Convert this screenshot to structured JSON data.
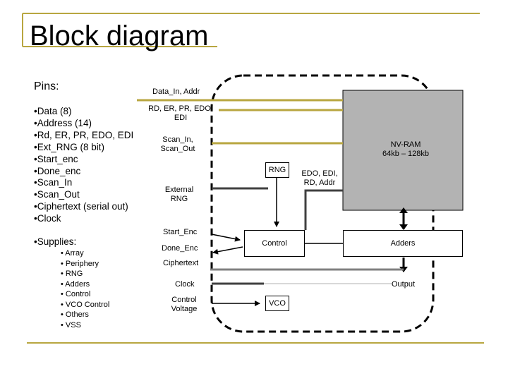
{
  "slide": {
    "title": "Block diagram",
    "pins_title": "Pins:",
    "pins": [
      "•Data (8)",
      "•Address (14)",
      "•Rd, ER, PR, EDO, EDI",
      "•Ext_RNG (8 bit)",
      "•Start_enc",
      "•Done_enc",
      "•Scan_In",
      "•Scan_Out",
      "•Ciphertext (serial out)",
      "•Clock"
    ],
    "supplies_title": "•Supplies:",
    "supplies": [
      "• Array",
      "• Periphery",
      "• RNG",
      "• Adders",
      "• Control",
      "• VCO Control",
      "• Others",
      "• VSS"
    ]
  },
  "diagram": {
    "signals": {
      "data_in_addr": "Data_In, Addr",
      "rd_er_line1": "RD, ER, PR, EDO,",
      "rd_er_line2": "EDI",
      "scan_line1": "Scan_In,",
      "scan_line2": "Scan_Out",
      "ext_rng_line1": "External",
      "ext_rng_line2": "RNG",
      "start_enc": "Start_Enc",
      "done_enc": "Done_Enc",
      "ciphertext": "Ciphertext",
      "clock": "Clock",
      "control_voltage_line1": "Control",
      "control_voltage_line2": "Voltage",
      "edo_line1": "EDO, EDI,",
      "edo_line2": "RD, Addr",
      "output": "Output"
    },
    "blocks": {
      "nvram_line1": "NV-RAM",
      "nvram_line2": "64kb – 128kb",
      "rng": "RNG",
      "control": "Control",
      "adders": "Adders",
      "vco": "VCO"
    },
    "colors": {
      "accent_gold": "#b8a640",
      "block_gray": "#b3b3b3",
      "wire_dark": "#404040"
    }
  }
}
